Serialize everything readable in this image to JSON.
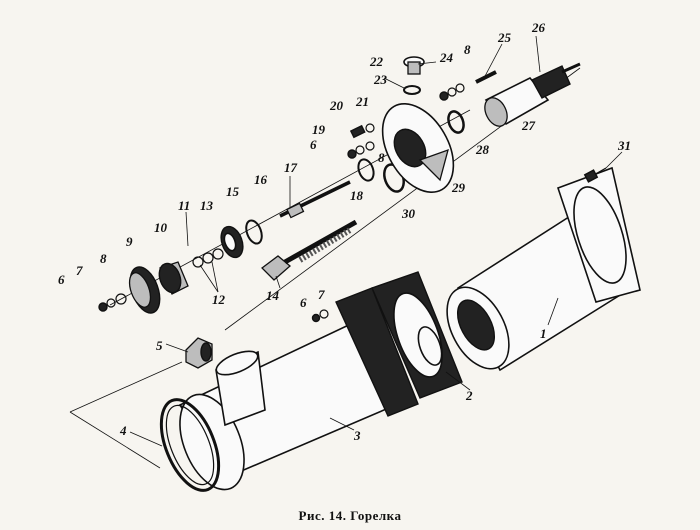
{
  "caption": "Рис. 14. Горелка",
  "labels": {
    "n1": "1",
    "n2": "2",
    "n3": "3",
    "n4": "4",
    "n5": "5",
    "n6a": "6",
    "n6b": "6",
    "n6c": "6",
    "n7a": "7",
    "n7b": "7",
    "n8a": "8",
    "n8b": "8",
    "n8c": "8",
    "n9": "9",
    "n10": "10",
    "n11": "11",
    "n12": "12",
    "n13": "13",
    "n14": "14",
    "n15": "15",
    "n16": "16",
    "n17": "17",
    "n18": "18",
    "n19": "19",
    "n20": "20",
    "n21": "21",
    "n22": "22",
    "n23": "23",
    "n24": "24",
    "n25": "25",
    "n26": "26",
    "n27": "27",
    "n28": "28",
    "n29": "29",
    "n30": "30",
    "n31": "31"
  }
}
